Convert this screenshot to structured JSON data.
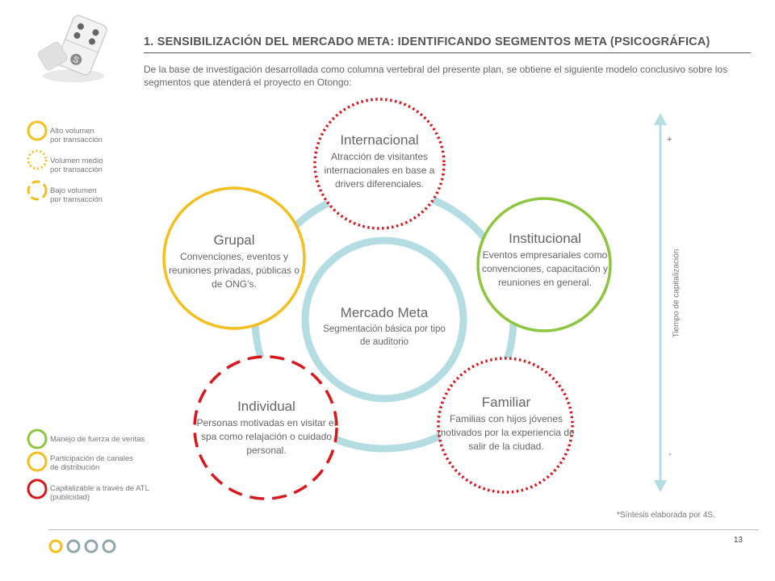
{
  "title": "1. SENSIBILIZACIÓN DEL MERCADO META: IDENTIFICANDO SEGMENTOS META (PSICOGRÁFICA)",
  "intro": "De la base de investigación desarrollada como columna vertebral del presente plan, se obtiene el siguiente modelo conclusivo sobre los segmentos que atenderá el proyecto en Otongo:",
  "legend_volume": [
    {
      "line1": "Alto volumen",
      "line2": "por transacción",
      "style": "solid"
    },
    {
      "line1": "Volumen medio",
      "line2": "por transacción",
      "style": "dotted"
    },
    {
      "line1": "Bajo volumen",
      "line2": "por transacción",
      "style": "dashed"
    }
  ],
  "legend_channel": [
    {
      "line1": "Manejo de fuerza de ventas",
      "line2": "",
      "color": "#8cc63f"
    },
    {
      "line1": "Participación de canales",
      "line2": "de distribución",
      "color": "#f5be1e"
    },
    {
      "line1": "Capitalizable a través de ATL",
      "line2": "(publicidad)",
      "color": "#d9161c"
    }
  ],
  "center": {
    "title": "Mercado Meta",
    "desc": "Segmentación básica por tipo de auditorio"
  },
  "nodes": [
    {
      "title": "Internacional",
      "desc": "Atracción de visitantes internacionales en base a drivers diferenciales.",
      "color": "#d9161c",
      "style": "dotted"
    },
    {
      "title": "Institucional",
      "desc": "Eventos empresariales como convenciones, capacitación y reuniones en general.",
      "color": "#8cc63f",
      "style": "solid"
    },
    {
      "title": "Familiar",
      "desc": "Familias con hijos jóvenes motivados por la experiencia de salir de la ciudad.",
      "color": "#d9161c",
      "style": "dotted"
    },
    {
      "title": "Individual",
      "desc": "Personas motivadas en visitar el spa como relajación o cuidado personal.",
      "color": "#d9161c",
      "style": "dashed"
    },
    {
      "title": "Grupal",
      "desc": "Convenciones, eventos y reuniones privadas, públicas o de ONG’s.",
      "color": "#f5be1e",
      "style": "solid"
    }
  ],
  "axis": {
    "label": "Tiempo de capitalización",
    "plus": "+",
    "minus": "-"
  },
  "footnote": "*Síntesis elaborada por 4S.",
  "page_number": "13",
  "colors": {
    "ring": "#b3dce3",
    "axis": "#b3dce3",
    "red": "#d9161c",
    "green": "#8cc63f",
    "yellow": "#f5be1e",
    "footer_circle_accent": "#f5be1e",
    "footer_circle": "#8fa6ab"
  },
  "icons": [
    "dice-icon",
    "footer-circles-icon"
  ]
}
